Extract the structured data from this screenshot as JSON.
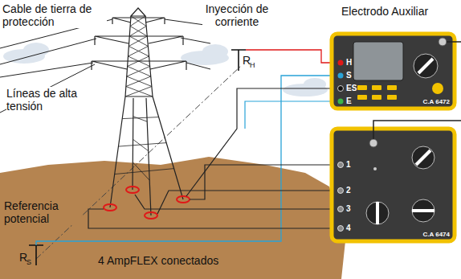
{
  "diagram": {
    "nodes": [
      {
        "text": [
          "C.A 6472"
        ]
      },
      {
        "text": [
          "C.A 6474"
        ]
      }
    ],
    "labels": [
      "Cable de tierra de protección",
      "Inyección de corriente",
      "Electrodo Auxiliar",
      "Líneas de alta tensión",
      "Referencia potencial",
      "4 AmpFLEX conectados",
      "R",
      "H",
      "R",
      "S",
      "H",
      "S",
      "ES",
      "E",
      "1",
      "2",
      "3",
      "4"
    ]
  }
}
